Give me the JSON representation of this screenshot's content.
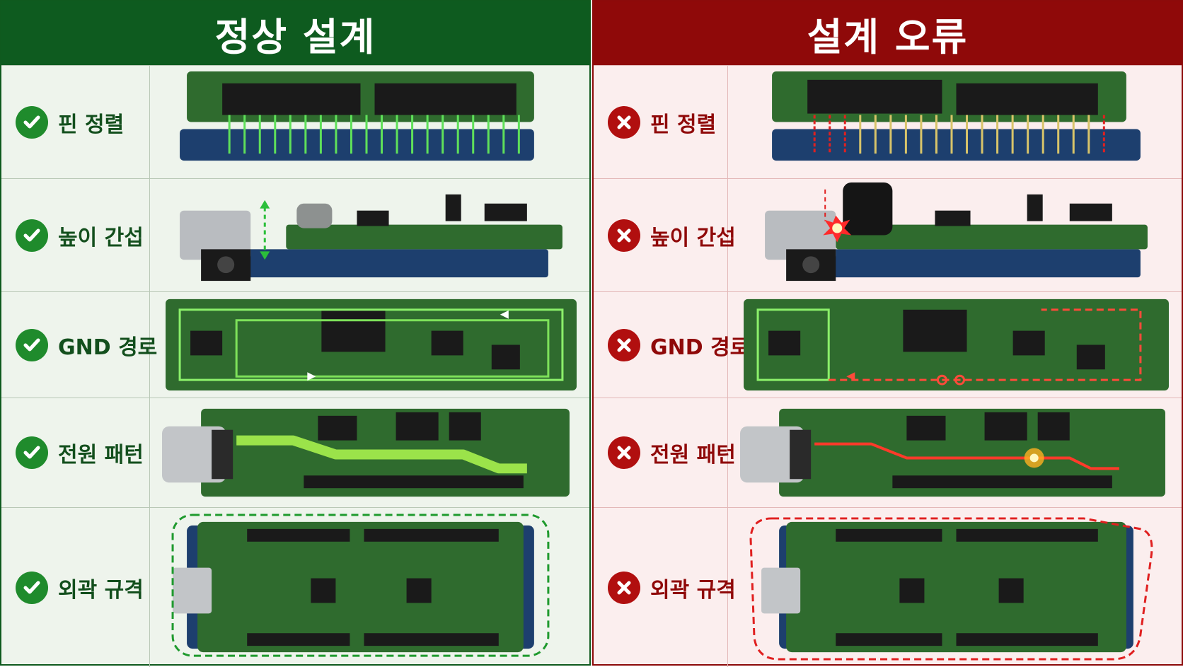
{
  "panels": {
    "good": {
      "title": "정상 설계"
    },
    "bad": {
      "title": "설계 오류"
    }
  },
  "rows": [
    {
      "label": "핀 정렬"
    },
    {
      "label": "높이 간섭"
    },
    {
      "label": "GND 경로"
    },
    {
      "label": "전원 패턴"
    },
    {
      "label": "외곽 규격"
    }
  ],
  "colors": {
    "good_header": "#0e5b1f",
    "bad_header": "#8f0909",
    "good_mark": "#1f8b2c",
    "bad_mark": "#b10f0f",
    "pcb_green": "#2f6b2e",
    "pcb_blue": "#1d3f6e",
    "good_trace": "#9be34a",
    "bad_trace": "#ff3a2a"
  },
  "icons": {
    "good": "check-circle-icon",
    "bad": "x-circle-icon"
  }
}
